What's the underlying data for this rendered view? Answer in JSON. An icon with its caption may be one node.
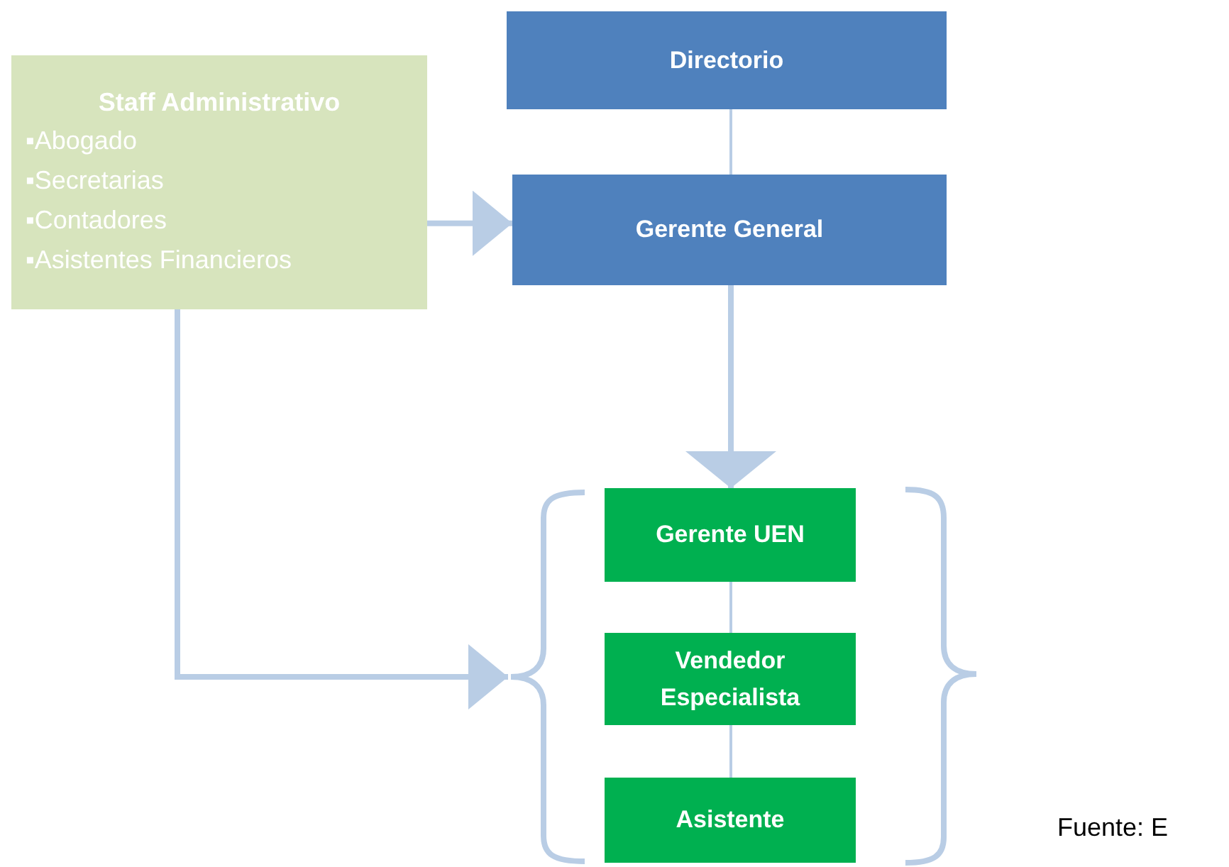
{
  "diagram": {
    "nodes": [
      {
        "text": [
          "Staff Administrativo",
          "▪Abogado",
          "▪Secretarias",
          "▪Contadores",
          "▪Asistentes Financieros"
        ]
      },
      {
        "text": [
          "Directorio"
        ]
      },
      {
        "text": [
          "Gerente General"
        ]
      },
      {
        "text": [
          "Gerente UEN"
        ]
      },
      {
        "text": [
          "Vendedor Especialista"
        ]
      },
      {
        "text": [
          "Asistente"
        ]
      },
      {
        "text": [],
        "shape": "brace"
      }
    ],
    "edges": [
      {
        "from": 1,
        "to": 2,
        "arrow": "none"
      },
      {
        "from": 0,
        "to": 2,
        "arrow": "to",
        "style": "thick"
      },
      {
        "from": 2,
        "to": 3,
        "arrow": "to",
        "style": "thick"
      },
      {
        "from": 3,
        "to": 4,
        "arrow": "none"
      },
      {
        "from": 4,
        "to": 5,
        "arrow": "none"
      },
      {
        "from": 0,
        "to": 6,
        "arrow": "to",
        "style": "thick"
      }
    ],
    "labels": [
      "Fuente: E"
    ]
  }
}
